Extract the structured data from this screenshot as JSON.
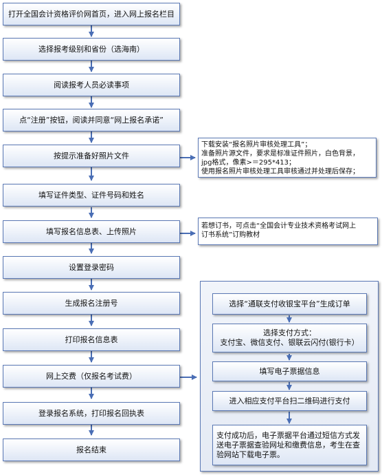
{
  "steps": [
    "打开全国会计资格评价网首页，进入网上报名栏目",
    "选择报考级别和省份（选海南）",
    "阅读报考人员必读事项",
    "点“注册”按钮，阅读并同意“网上报名承诺”",
    "按提示准备好照片文件",
    "填写证件类型、证件号码和姓名",
    "填写报名信息表、上传照片",
    "设置登录密码",
    "生成报名注册号",
    "打印报名信息表",
    "网上交费（仅报名考试费）",
    "登录报名系统，打印报名回执表",
    "报名结束"
  ],
  "photo_note": [
    "下载安装“报名照片审核处理工具”；",
    "准备照片源文件，要求是标准证件照片，白色背景，",
    "jpg格式，像素>＝295*413；",
    "使用报名照片审核处理工具审核通过并处理后保存；"
  ],
  "book_note": [
    "若想订书，可点击“全国会计专业技术资格考试网上",
    "订书系统”订购教材"
  ],
  "payment_steps": {
    "s1": "选择“通联支付收银宝平台”生成订单",
    "s2_line1": "选择支付方式：",
    "s2_line2": "支付宝、微信支付、银联云闪付(银行卡）",
    "s3": "填写电子票据信息",
    "s4": "进入相应支付平台扫二维码进行支付",
    "s5": "支付成功后，电子票据平台通过短信方式发送电子票据查验网址和缴费信息，考生在查验网站下载电子票。"
  }
}
